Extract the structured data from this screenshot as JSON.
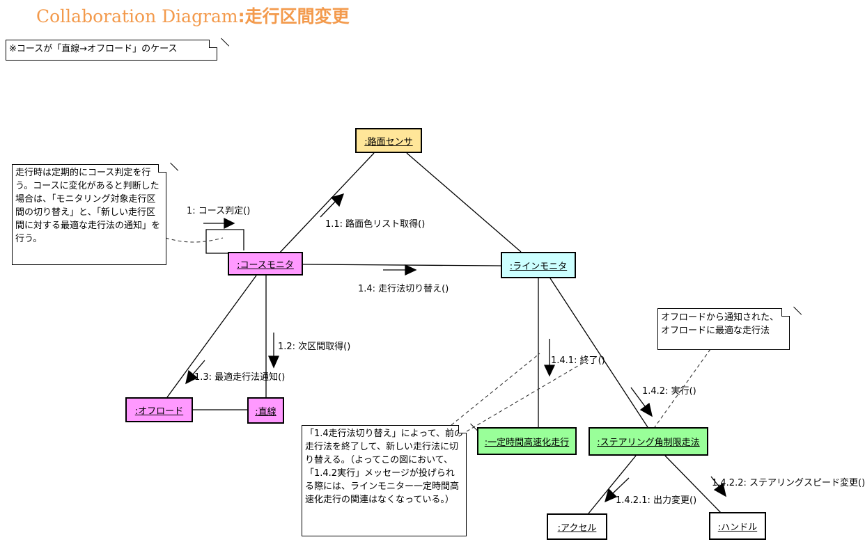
{
  "title": {
    "prefix": "Collaboration Diagram",
    "sep": ":",
    "name": "走行区間変更"
  },
  "notes": {
    "case": "※コースが「直線→オフロード」のケース",
    "course_judge": "走行時は定期的にコース判定を行う。コースに変化があると判断した場合は、「モニタリング対象走行区間の切り替え」と、「新しい走行区間に対する最適な走行法の通知」を行う。",
    "offroad": "オフロードから通知された、\nオフロードに最適な走行法",
    "switch": "「1.4走行法切り替え」によって、前の走行法を終了して、新しい走行法に切り替える。（よってこの図において、「1.4.2実行」メッセージが投げられる際には、ラインモニター一定時間高速化走行の関連はなくなっている。）"
  },
  "objects": {
    "road_sensor": ":路面センサ",
    "course_monitor": ":コースモニタ",
    "line_monitor": ":ラインモニタ",
    "offroad": ":オフロード",
    "straight": ":直線",
    "fixed_speed": ":一定時間高速化走行",
    "steering_limit": ":ステアリング角制限走法",
    "accel": ":アクセル",
    "handle": ":ハンドル"
  },
  "messages": {
    "m1": "1: コース判定()",
    "m1_1": "1.1: 路面色リスト取得()",
    "m1_2": "1.2: 次区間取得()",
    "m1_3": "1.3: 最適走行法通知()",
    "m1_4": "1.4: 走行法切り替え()",
    "m1_4_1": "1.4.1: 終了()",
    "m1_4_2": "1.4.2: 実行()",
    "m1_4_2_1": "1.4.2.1: 出力変更()",
    "m1_4_2_2": "1.4.2.2: ステアリングスピード変更()"
  },
  "colors": {
    "title": "#f39a4c",
    "road_sensor_fill": "#ffe699",
    "course_fill": "#ff99ff",
    "line_monitor_fill": "#ccffff",
    "running_fill": "#99ff99",
    "plain_fill": "#ffffff"
  }
}
